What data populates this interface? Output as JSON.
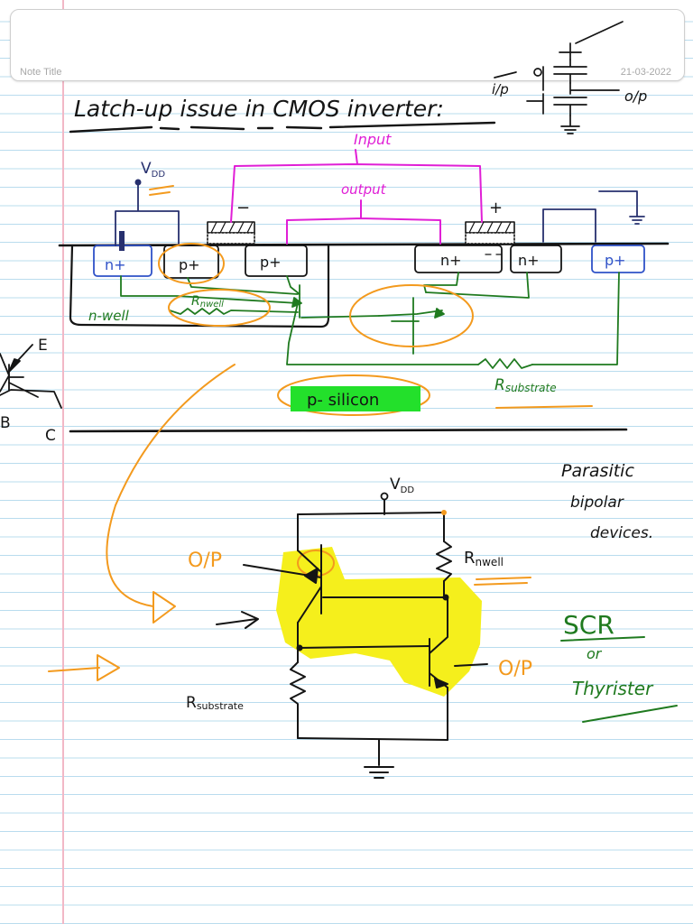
{
  "header": {
    "note_title": "Note Title",
    "date": "21-03-2022"
  },
  "heading": {
    "title": "Latch-up issue in CMOS inverter:"
  },
  "symbol": {
    "input": "i/p",
    "output": "o/p"
  },
  "cross_section": {
    "input_label": "Input",
    "output_label": "output",
    "vdd": "V",
    "vdd_sub": "DD",
    "minus": "−",
    "plus": "+",
    "region_n1": "n+",
    "region_p1": "p+",
    "region_p2": "p+",
    "region_n2": "n+",
    "region_n3": "n+",
    "region_p3": "p+",
    "rnwell": "R",
    "rnwell_sub": "nwell",
    "nwell": "n-well",
    "psilicon": "p- silicon",
    "rsubstrate": "R",
    "rsubstrate_sub": "substrate"
  },
  "bjt": {
    "e": "E",
    "b": "B",
    "c": "C"
  },
  "circuit": {
    "vdd": "V",
    "vdd_sub": "DD",
    "rnwell": "R",
    "rnwell_sub": "nwell",
    "op_left": "O/P",
    "op_right": "O/P",
    "rsubstrate": "R",
    "rsubstrate_sub": "substrate"
  },
  "notes": {
    "parasitic_line1": "Parasitic",
    "parasitic_line2": "bipolar",
    "parasitic_line3": "devices.",
    "scr": "SCR",
    "or": "or",
    "thyristor": "Thyrister"
  },
  "colors": {
    "ink": "#141414",
    "magenta": "#e01fd6",
    "green": "#1f7a1f",
    "orange": "#f39a1e",
    "blue": "#2f52c8",
    "navy": "#27306e",
    "highlight_green": "#23e02b",
    "highlight_yellow": "#f5ef1c"
  }
}
